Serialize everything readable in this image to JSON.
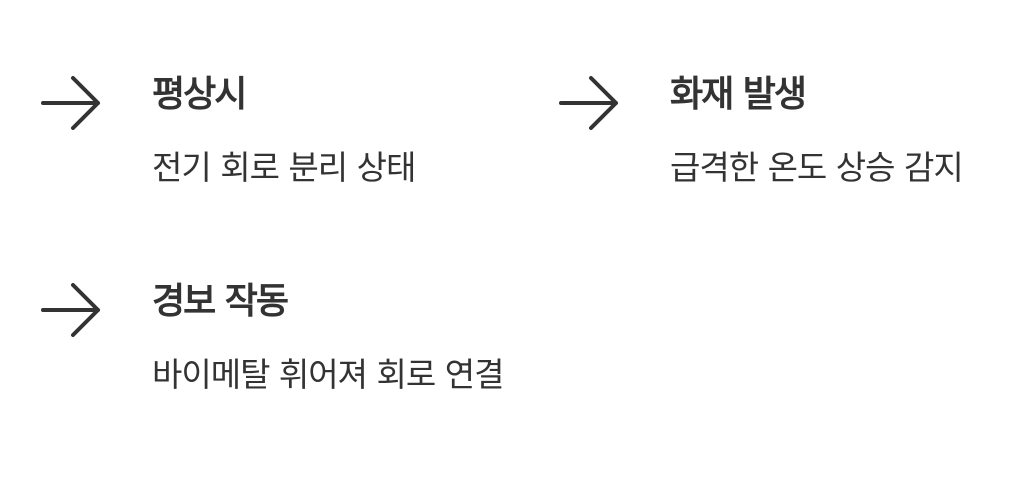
{
  "steps": [
    {
      "title": "평상시",
      "description": "전기 회로 분리 상태",
      "icon": "arrow-right-icon"
    },
    {
      "title": "화재 발생",
      "description": "급격한 온도 상승 감지",
      "icon": "arrow-right-icon"
    },
    {
      "title": "경보 작동",
      "description": "바이메탈 휘어져 회로 연결",
      "icon": "arrow-right-icon"
    }
  ],
  "colors": {
    "text": "#333333",
    "background": "#ffffff"
  }
}
